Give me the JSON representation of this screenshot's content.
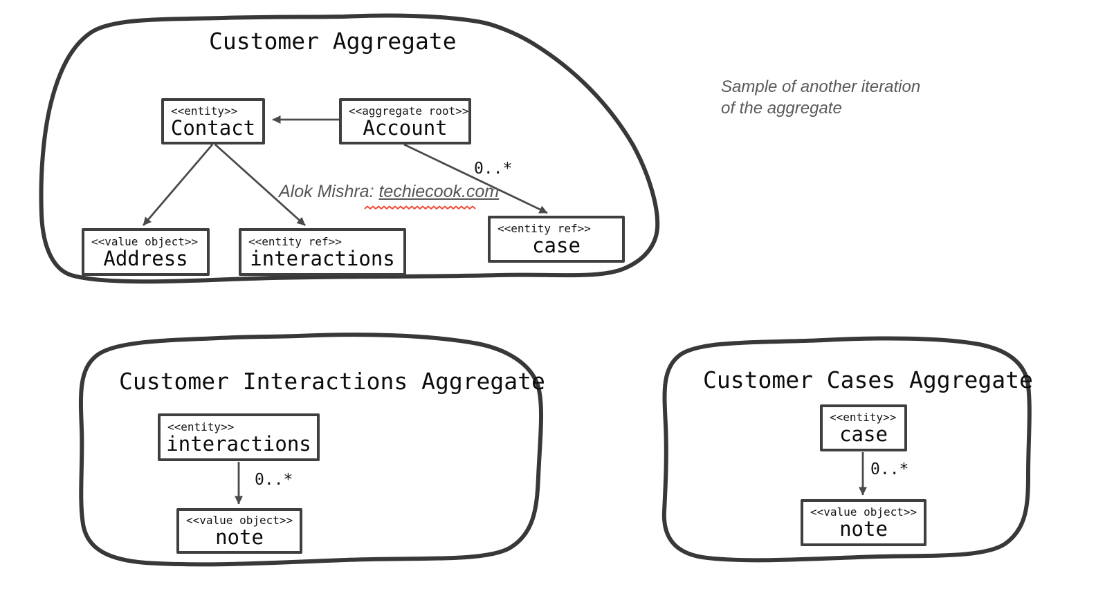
{
  "diagram": {
    "customer_aggregate": {
      "title": "Customer Aggregate",
      "contact": {
        "stereotype": "<<entity>>",
        "name": "Contact"
      },
      "account": {
        "stereotype": "<<aggregate root>>",
        "name": "Account"
      },
      "address": {
        "stereotype": "<<value object>>",
        "name": "Address"
      },
      "interactions_ref": {
        "stereotype": "<<entity ref>>",
        "name": "interactions"
      },
      "case_ref": {
        "stereotype": "<<entity ref>>",
        "name": "case"
      },
      "account_case_multiplicity": "0..*"
    },
    "interactions_aggregate": {
      "title": "Customer Interactions Aggregate",
      "interactions": {
        "stereotype": "<<entity>>",
        "name": "interactions"
      },
      "note": {
        "stereotype": "<<value object>>",
        "name": "note"
      },
      "multiplicity": "0..*"
    },
    "cases_aggregate": {
      "title": "Customer Cases Aggregate",
      "case": {
        "stereotype": "<<entity>>",
        "name": "case"
      },
      "note": {
        "stereotype": "<<value object>>",
        "name": "note"
      },
      "multiplicity": "0..*"
    },
    "annotations": {
      "iteration_note_line1": "Sample of another iteration",
      "iteration_note_line2": "of the aggregate",
      "credit_prefix": "Alok Mishra: ",
      "credit_link": "techiecook.com"
    },
    "colors": {
      "outline_stroke": "#383838",
      "box_border": "#3f3f3f",
      "arrow": "#4a4a4a",
      "text": "#0d0d0d",
      "muted_text": "#595959",
      "spellcheck_squiggle": "#ee4b35",
      "background": "#ffffff"
    }
  }
}
